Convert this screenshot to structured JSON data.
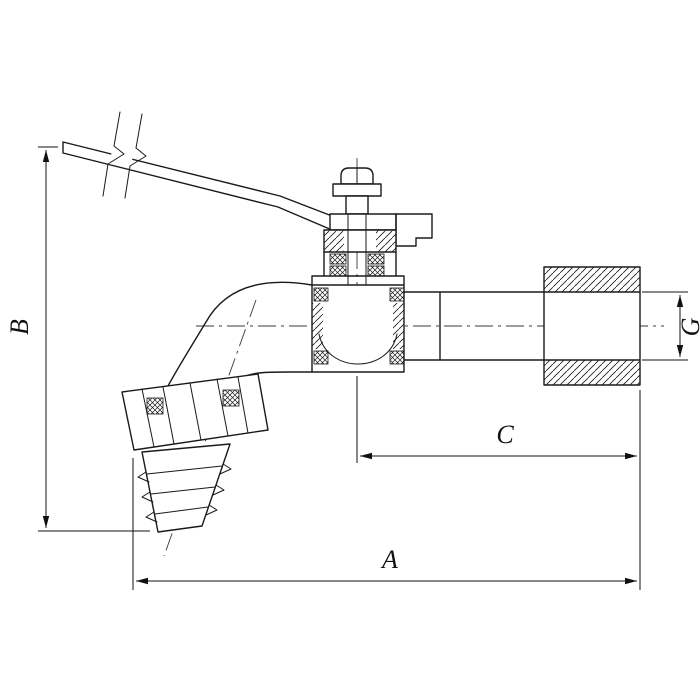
{
  "drawing": {
    "background": "#ffffff",
    "line_color": "#1a1a1a"
  },
  "dimension_labels": {
    "A": "A",
    "B": "B",
    "C": "C",
    "G": "G"
  }
}
